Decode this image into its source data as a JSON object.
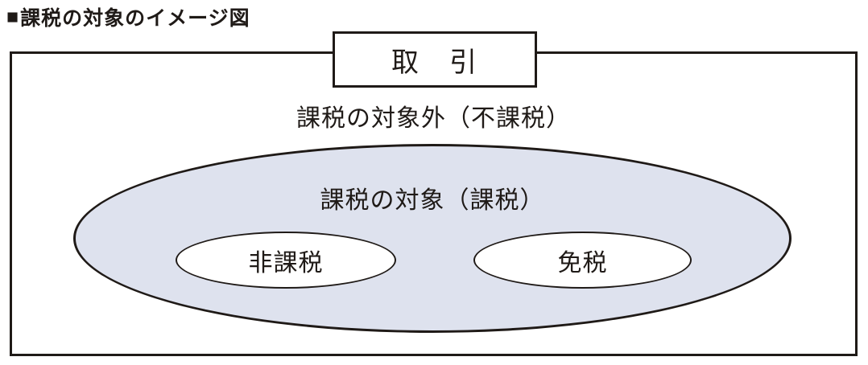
{
  "title": {
    "marker": "■",
    "text": "課税の対象のイメージ図"
  },
  "diagram": {
    "transaction_box": {
      "label": "取　引"
    },
    "outside_scope": {
      "label": "課税の対象外（不課税）"
    },
    "taxable_ellipse": {
      "label": "課税の対象（課税）",
      "fill_color": "#dee2ee"
    },
    "exempt_ellipse": {
      "label": "非課税"
    },
    "tax_free_ellipse": {
      "label": "免税"
    },
    "colors": {
      "line": "#1f1a17",
      "background": "#ffffff"
    }
  }
}
